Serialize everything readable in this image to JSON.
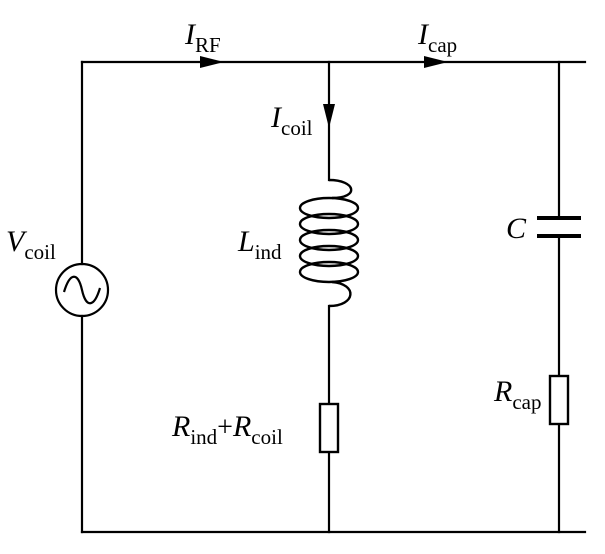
{
  "labels": {
    "i_rf": {
      "symbol": "I",
      "sub": "RF"
    },
    "i_cap": {
      "symbol": "I",
      "sub": "cap"
    },
    "i_coil": {
      "symbol": "I",
      "sub": "coil"
    },
    "v_coil": {
      "symbol": "V",
      "sub": "coil"
    },
    "l_ind": {
      "symbol": "L",
      "sub": "ind"
    },
    "c": {
      "symbol": "C"
    },
    "r_cap": {
      "symbol": "R",
      "sub": "cap"
    },
    "r_ind_coil": {
      "symbol1": "R",
      "sub1": "ind",
      "operator": "+",
      "symbol2": "R",
      "sub2": "coil"
    }
  },
  "source_symbol": "~",
  "colors": {
    "wire": "#000000",
    "background": "#ffffff"
  }
}
